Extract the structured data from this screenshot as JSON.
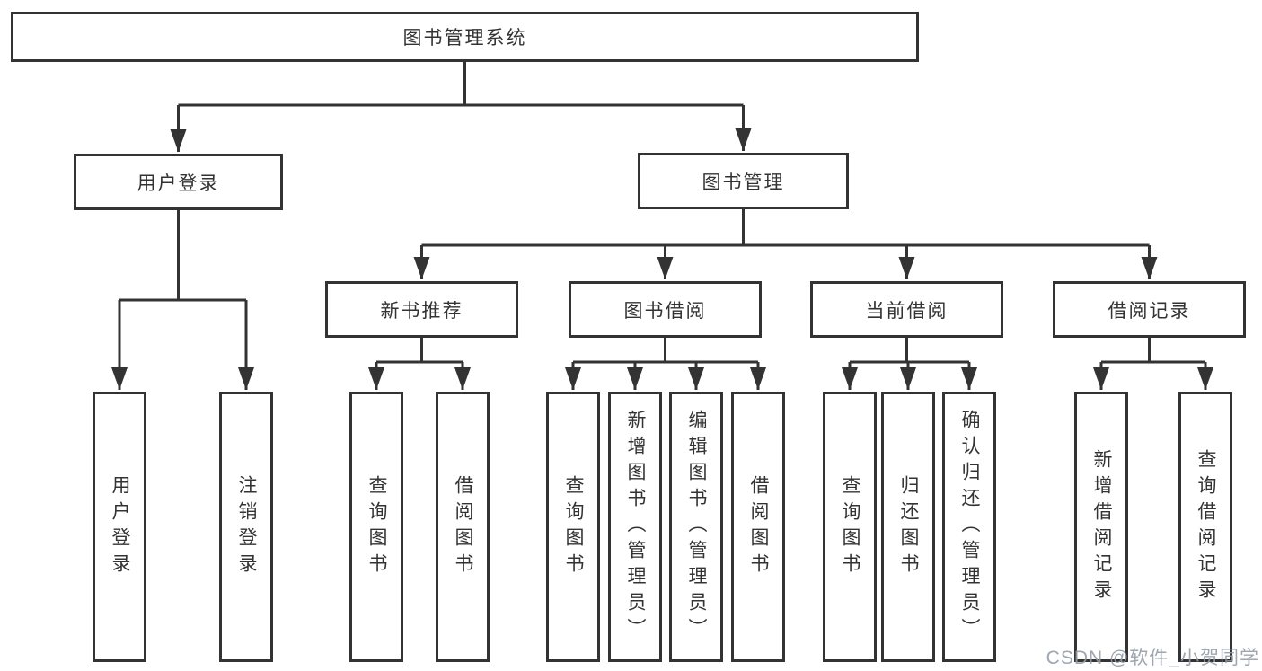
{
  "root": {
    "label": "图书管理系统"
  },
  "level2": {
    "user_login": {
      "label": "用户登录"
    },
    "book_mgmt": {
      "label": "图书管理"
    }
  },
  "level3": {
    "new_books": {
      "label": "新书推荐"
    },
    "borrowing": {
      "label": "图书借阅"
    },
    "current": {
      "label": "当前借阅"
    },
    "records": {
      "label": "借阅记录"
    }
  },
  "leaves": {
    "user_login": [
      "用户登录",
      "注销登录"
    ],
    "new_books": [
      "查询图书",
      "借阅图书"
    ],
    "borrowing": [
      "查询图书",
      "新增图书（管理员）",
      "编辑图书（管理员）",
      "借阅图书"
    ],
    "current": [
      "查询图书",
      "归还图书",
      "确认归还（管理员）"
    ],
    "records": [
      "新增借阅记录",
      "查询借阅记录"
    ]
  },
  "watermark": {
    "text": "CSDN @软件_小贺同学"
  },
  "colors": {
    "line": "#333333",
    "text": "#333333",
    "background": "#ffffff",
    "watermark": "#949ca6"
  }
}
